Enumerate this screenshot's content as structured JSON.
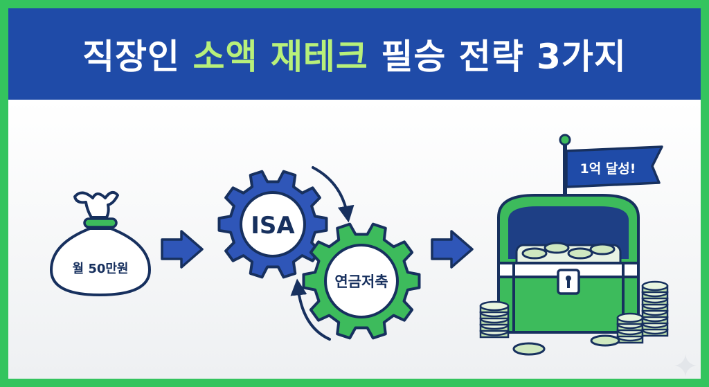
{
  "title": {
    "part1": "직장인 ",
    "highlight": "소액 재테크",
    "part2": " 필승 전략 3가지"
  },
  "money_bag": {
    "label": "월 50만원"
  },
  "gear_top": {
    "label": "ISA"
  },
  "gear_bottom": {
    "label": "연금저축"
  },
  "flag": {
    "label": "1억 달성!"
  },
  "colors": {
    "frame_green": "#34c45e",
    "banner_blue": "#1f4ba8",
    "title_highlight": "#b8f07a",
    "accent_blue": "#2f56b8",
    "accent_green": "#3dbb5c",
    "outline_navy": "#17305e"
  },
  "icons": [
    "money-bag-icon",
    "arrow-right-icon",
    "gear-icon",
    "cycle-arrow-icon",
    "treasure-chest-icon",
    "flag-icon",
    "coin-stack-icon",
    "sparkle-icon"
  ]
}
